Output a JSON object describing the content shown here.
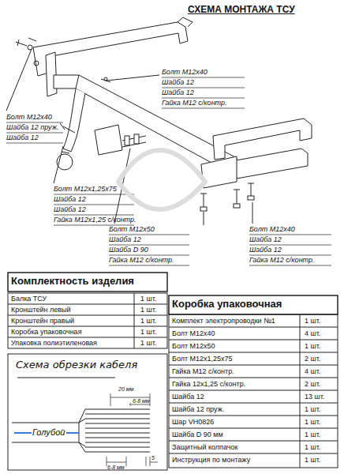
{
  "diagram": {
    "title": "СХЕМА МОНТАЖА ТСУ",
    "labels": [
      "Болт М12х40",
      "Шайба 12",
      "Шайба 12",
      "Гайка М12 с/контр.",
      "Болт М12х40",
      "Шайба 12 пруж.",
      "Шайба 12",
      "Болт М12х1,25х75",
      "Шайба 12",
      "Шайба 12",
      "Гайка М12х1,25 с/контр.",
      "Болт М12х50",
      "Шайба 12",
      "Шайба D 90",
      "Гайка М12 с/контр.",
      "Болт М12х40",
      "Шайба 12",
      "Шайба 12",
      "Гайка М12 с/контр.",
      "Комплектность изделия",
      "Балка ТСУ",
      "1 шт.",
      "Кронштейн левый",
      "1 шт.",
      "Кронштейн правый",
      "1 шт.",
      "Коробка упаковочная",
      "1 шт.",
      "Упаковка полиэтиленовая",
      "1 шт.",
      "Схема обрезки кабеля",
      "20 мм",
      "6-8 мм",
      "Голубой",
      "6-8 мм",
      "5",
      "Коробка упаковочная",
      "Комплект электропроводки №1",
      "1 шт.",
      "Болт М12х40",
      "4 шт.",
      "Болт М12х50",
      "1 шт.",
      "Болт М12х1,25х75",
      "2 шт.",
      "Гайка М12 с/контр.",
      "4 шт.",
      "Гайка 12х1,25 с/контр.",
      "2 шт.",
      "Шайба 12",
      "13 шт.",
      "Шайба 12 пруж.",
      "1 шт.",
      "Шар VH0826",
      "1 шт.",
      "Шайба D 90 мм",
      "1 шт.",
      "Защитный колпачок",
      "1 шт.",
      "Инструкция по монтажу",
      "1 шт."
    ]
  }
}
